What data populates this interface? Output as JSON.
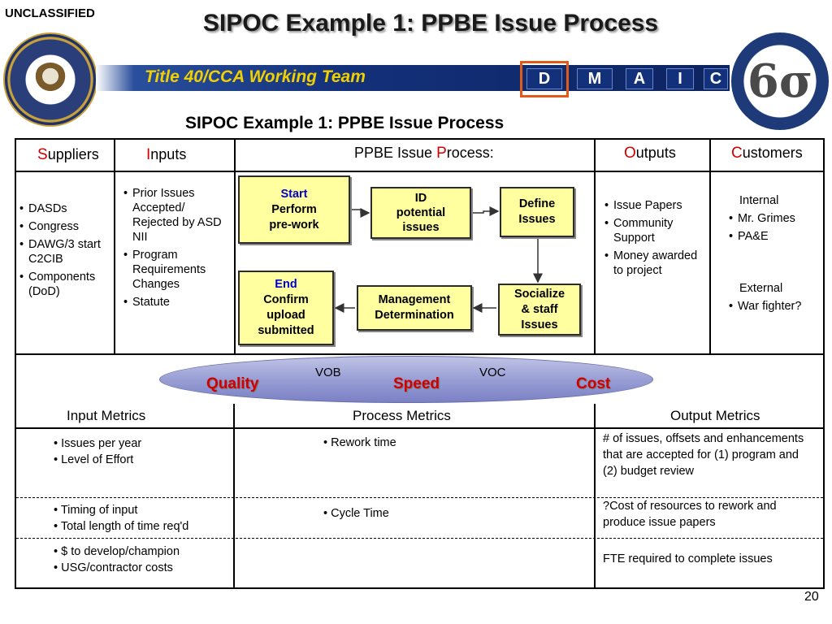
{
  "header": {
    "classification": "UNCLASSIFIED",
    "title": "SIPOC Example 1: PPBE Issue Process",
    "banner_title": "Title 40/CCA Working Team",
    "dmaic": [
      "D",
      "M",
      "A",
      "I",
      "C"
    ],
    "subtitle": "SIPOC Example 1: PPBE Issue Process",
    "colors": {
      "banner": "#13307a",
      "banner_text": "#f0d000",
      "highlight_frame": "#e25a1a"
    },
    "logos": {
      "left": "dod-seal-icon",
      "right": "lean-six-sigma-seal-icon"
    }
  },
  "columns": {
    "suppliers": {
      "first": "S",
      "rest": "uppliers"
    },
    "inputs": {
      "first": "I",
      "rest": "nputs"
    },
    "process": {
      "pre": "PPBE Issue ",
      "first": "P",
      "rest": "rocess:"
    },
    "outputs": {
      "first": "O",
      "rest": "utputs"
    },
    "customers": {
      "first": "C",
      "rest": "ustomers"
    }
  },
  "suppliers": [
    "DASDs",
    "Congress",
    "DAWG/3 start C2CIB",
    "Components (DoD)"
  ],
  "inputs": [
    "Prior Issues Accepted/ Rejected by ASD NII",
    "Program Requirements Changes",
    "Statute"
  ],
  "process": {
    "start": {
      "tag": "Start",
      "line1": "Perform",
      "line2": "pre-work"
    },
    "id": {
      "line1": "ID",
      "line2": "potential",
      "line3": "issues"
    },
    "define": {
      "line1": "Define",
      "line2": "Issues"
    },
    "socialize": {
      "line1": "Socialize",
      "line2": "& staff",
      "line3": "Issues"
    },
    "management": {
      "line1": "Management",
      "line2": "Determination"
    },
    "end": {
      "tag": "End",
      "line1": "Confirm",
      "line2": "upload",
      "line3": "submitted"
    }
  },
  "outputs": [
    "Issue Papers",
    "Community Support",
    "Money awarded to project"
  ],
  "customers": {
    "internal_label": "Internal",
    "internal": [
      "Mr. Grimes",
      "PA&E"
    ],
    "external_label": "External",
    "external": [
      "War fighter?"
    ]
  },
  "lens": {
    "vob": "VOB",
    "voc": "VOC",
    "quality": "Quality",
    "speed": "Speed",
    "cost": "Cost"
  },
  "metrics": {
    "input_head": "Input Metrics",
    "process_head": "Process Metrics",
    "output_head": "Output Metrics",
    "rows": [
      {
        "input": [
          "Issues per year",
          "Level of Effort"
        ],
        "process": "Rework time",
        "output": "# of issues, offsets and enhancements that are accepted for (1) program and (2) budget review"
      },
      {
        "input": [
          "Timing of input",
          "Total length of time req'd"
        ],
        "process": "Cycle Time",
        "output": "?Cost of resources to rework and produce issue papers"
      },
      {
        "input": [
          "$ to develop/champion",
          "USG/contractor costs"
        ],
        "process": "",
        "output": "FTE required to complete issues"
      }
    ]
  },
  "page_number": "20"
}
